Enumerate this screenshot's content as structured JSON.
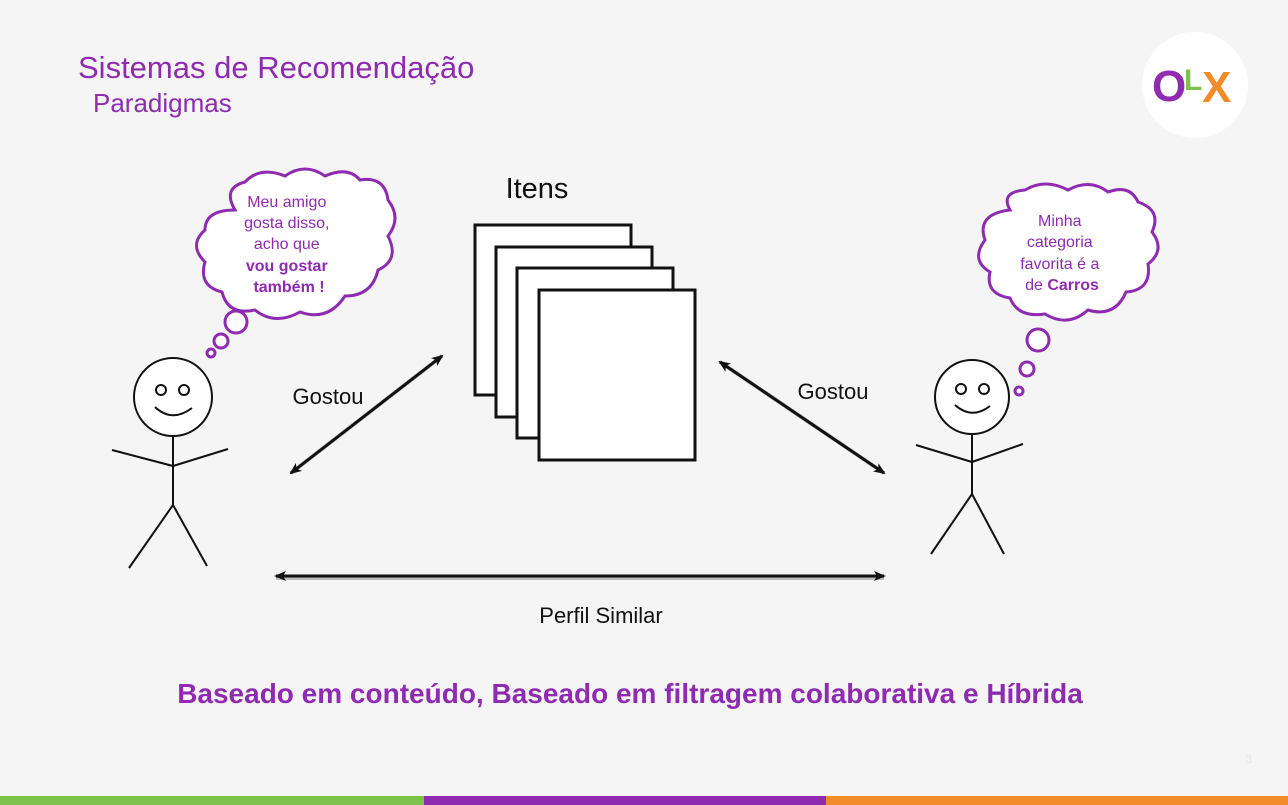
{
  "header": {
    "title": "Sistemas de Recomendação",
    "subtitle": "Paradigmas"
  },
  "logo": {
    "text_o": "O",
    "text_l": "L",
    "text_x": "X",
    "colors": {
      "o": "#8e2bb0",
      "l": "#7dc24a",
      "x": "#f28c28"
    }
  },
  "diagram": {
    "items_label": "Itens",
    "left_bubble": {
      "line1": "Meu amigo",
      "line2": "gosta disso,",
      "line3": "acho que",
      "line4_bold": "vou gostar",
      "line5_bold": "também !"
    },
    "right_bubble": {
      "line1": "Minha",
      "line2": "categoria",
      "line3": "favorita é a",
      "line4_prefix": "de ",
      "line4_bold": "Carros"
    },
    "left_arrow_label": "Gostou",
    "right_arrow_label": "Gostou",
    "bottom_arrow_label": "Perfil Similar"
  },
  "footer": {
    "text": "Baseado em conteúdo, Baseado em filtragem colaborativa e Híbrida",
    "page_number": "3"
  },
  "colors": {
    "accent_purple": "#8e2bb0",
    "green": "#7dc24a",
    "orange": "#f28c28",
    "background": "#f5f5f5"
  }
}
